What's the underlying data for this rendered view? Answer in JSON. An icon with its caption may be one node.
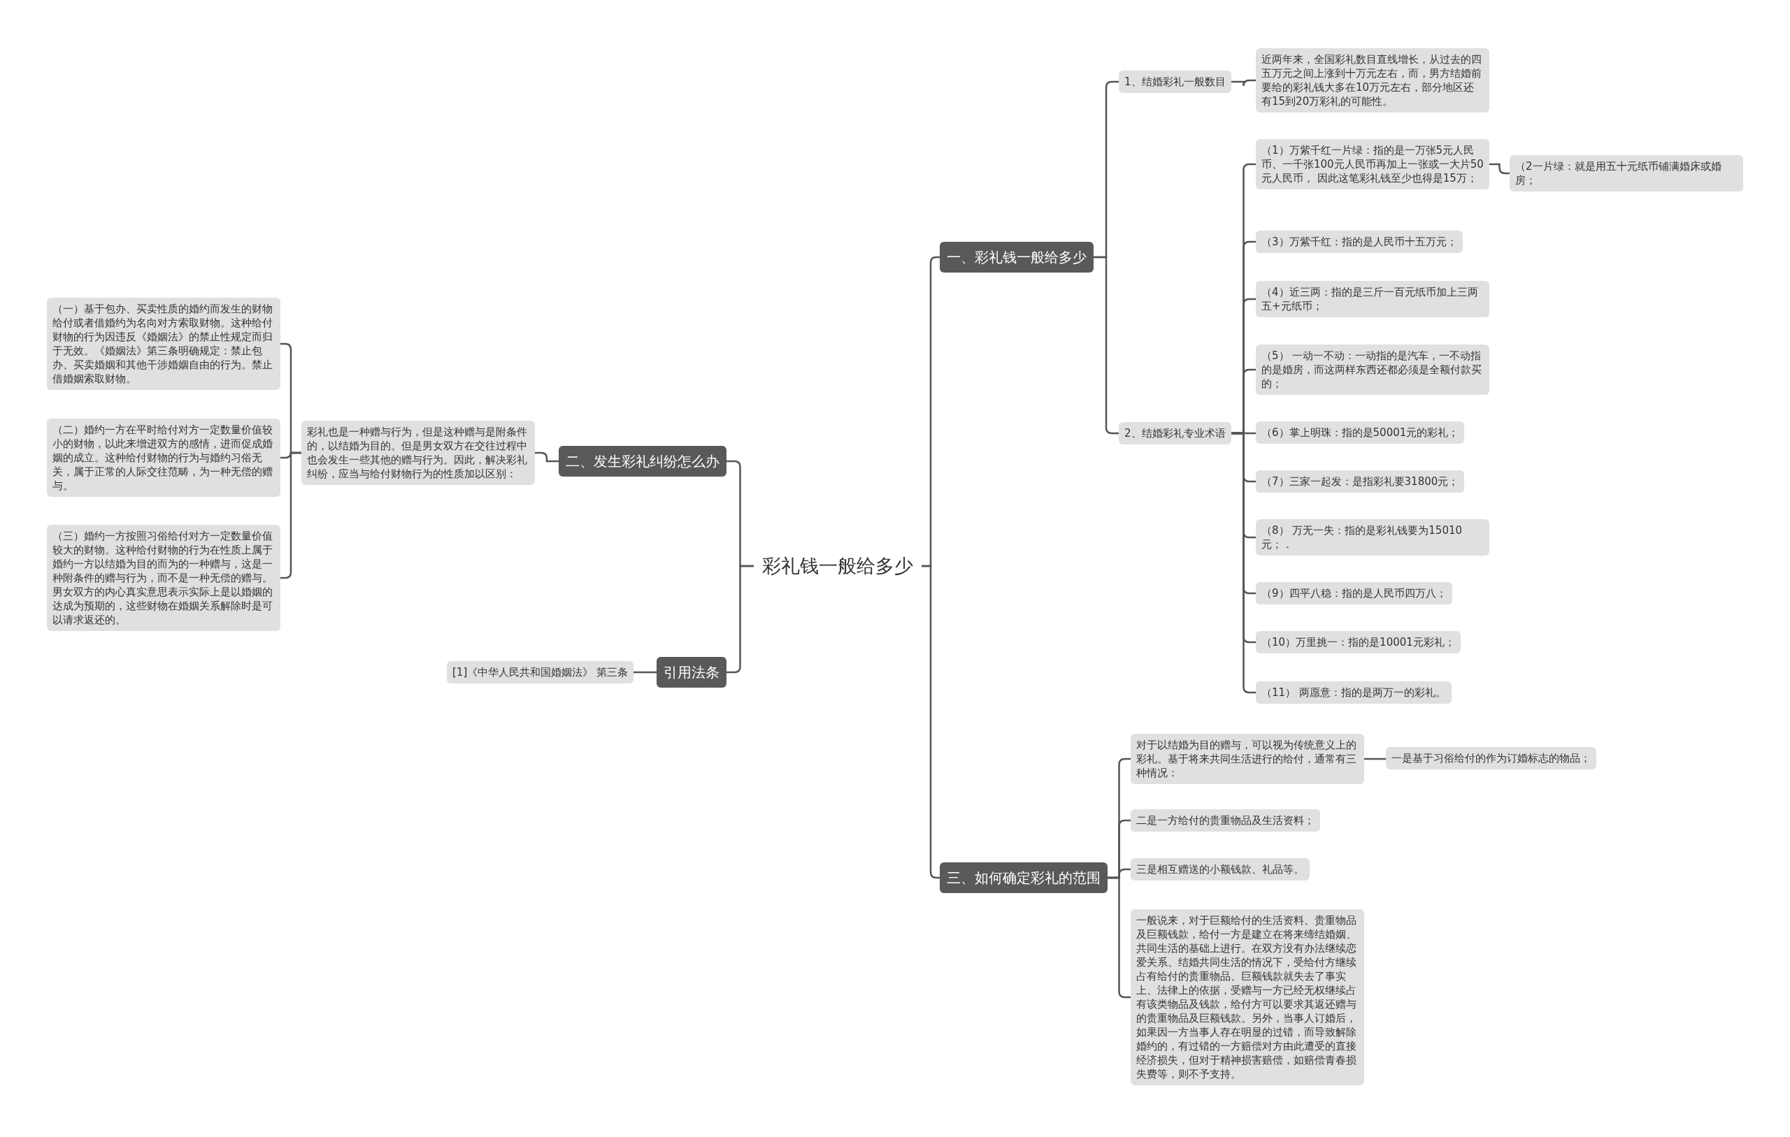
{
  "diagram": {
    "nodes": [
      {
        "text": [
          "彩礼钱一般给多少"
        ]
      },
      {
        "text": [
          "一、彩礼钱一般给多少"
        ]
      },
      {
        "text": [
          "1、结婚彩礼一般数目"
        ]
      },
      {
        "text": [
          "近两年来，全国彩礼数目直线增长，从过去的四五万元之间上涨到十万元左右，而，男方结婚前要给的彩礼钱大多在10万元左右，部分地区还有15到20万彩礼的可能性。"
        ]
      },
      {
        "text": [
          "2、结婚彩礼专业术语"
        ]
      },
      {
        "text": [
          "（1）万紫千红一片绿：指的是一万张5元人民币、一千张100元人民币再加上一张或一大片50元人民币， 因此这笔彩礼钱至少也得是15万；"
        ]
      },
      {
        "text": [
          "（2一片绿：就是用五十元纸币铺满婚床或婚房；"
        ]
      },
      {
        "text": [
          "（3）万紫千红：指的是人民币十五万元；"
        ]
      },
      {
        "text": [
          "（4）近三两：指的是三斤一百元纸币加上三两五+元纸币；"
        ]
      },
      {
        "text": [
          "（5） 一动一不动：一动指的是汽车，一不动指的是婚房，而这两样东西还都必须是全额付款买的；"
        ]
      },
      {
        "text": [
          "（6）掌上明珠：指的是50001元的彩礼；"
        ]
      },
      {
        "text": [
          "（7）三家一起发：是指彩礼要31800元；"
        ]
      },
      {
        "text": [
          "（8） 万无一失：指的是彩礼钱要为15010元；．"
        ]
      },
      {
        "text": [
          "（9）四平八稳：指的是人民币四万八；"
        ]
      },
      {
        "text": [
          "（10）万里挑一：指的是10001元彩礼；"
        ]
      },
      {
        "text": [
          "（11） 两愿意：指的是两万一的彩礼。"
        ]
      },
      {
        "text": [
          "三、如何确定彩礼的范围"
        ]
      },
      {
        "text": [
          "对于以结婚为目的赠与，可以视为传统意义上的彩礼。基于将来共同生活进行的给付，通常有三种情况："
        ]
      },
      {
        "text": [
          "一是基于习俗给付的作为订婚标志的物品；"
        ]
      },
      {
        "text": [
          "二是一方给付的贵重物品及生活资料；"
        ]
      },
      {
        "text": [
          "三是相互赠送的小额钱款、礼品等。"
        ]
      },
      {
        "text": [
          "一般说来，对于巨额给付的生活资料、贵重物品及巨额钱款，给付一方是建立在将来缔结婚姻、共同生活的基础上进行。在双方没有办法继续恋爱关系、结婚共同生活的情况下，受给付方继续占有给付的贵重物品、巨额钱款就失去了事实上、法律上的依据，受赠与一方已经无权继续占有该类物品及钱款，给付方可以要求其返还赠与的贵重物品及巨额钱款。另外，当事人订婚后，如果因一方当事人存在明显的过错，而导致解除婚约的，有过错的一方赔偿对方由此遭受的直接经济损失，但对于精神损害赔偿，如赔偿青春损失费等，则不予支持。"
        ]
      },
      {
        "text": [
          "二、发生彩礼纠纷怎么办"
        ]
      },
      {
        "text": [
          "彩礼也是一种赠与行为，但是这种赠与是附条件的，以结婚为目的。但是男女双方在交往过程中也会发生一些其他的赠与行为。因此，解决彩礼纠纷，应当与给付财物行为的性质加以区别："
        ]
      },
      {
        "text": [
          "（一）基于包办、买卖性质的婚约而发生的财物给付或者借婚约为名向对方索取财物。这种给付财物的行为因违反《婚姻法》的禁止性规定而归于无效。《婚姻法》第三条明确规定：禁止包办、买卖婚姻和其他干涉婚姻自由的行为。禁止借婚姻索取财物。"
        ]
      },
      {
        "text": [
          "（二）婚约一方在平时给付对方一定数量价值较小的财物，以此来增进双方的感情，进而促成婚姻的成立。这种给付财物的行为与婚约习俗无关，属于正常的人际交往范畴，为一种无偿的赠与。"
        ]
      },
      {
        "text": [
          "（三）婚约一方按照习俗给付对方一定数量价值较大的财物。这种给付财物的行为在性质上属于婚约一方以结婚为目的而为的一种赠与，这是一种附条件的赠与行为，而不是一种无偿的赠与。男女双方的内心真实意思表示实际上是以婚姻的达成为预期的，这些财物在婚姻关系解除时是可以请求返还的。"
        ]
      },
      {
        "text": [
          "引用法条"
        ]
      },
      {
        "text": [
          "[1]《中华人民共和国婚姻法》 第三条"
        ]
      }
    ],
    "edges": [
      {
        "from": 0,
        "to": 1,
        "arrow": "none"
      },
      {
        "from": 1,
        "to": 2,
        "arrow": "none"
      },
      {
        "from": 2,
        "to": 3,
        "arrow": "none"
      },
      {
        "from": 1,
        "to": 4,
        "arrow": "none"
      },
      {
        "from": 4,
        "to": 5,
        "arrow": "none"
      },
      {
        "from": 5,
        "to": 6,
        "arrow": "none"
      },
      {
        "from": 4,
        "to": 7,
        "arrow": "none"
      },
      {
        "from": 4,
        "to": 8,
        "arrow": "none"
      },
      {
        "from": 4,
        "to": 9,
        "arrow": "none"
      },
      {
        "from": 4,
        "to": 10,
        "arrow": "none"
      },
      {
        "from": 4,
        "to": 11,
        "arrow": "none"
      },
      {
        "from": 4,
        "to": 12,
        "arrow": "none"
      },
      {
        "from": 4,
        "to": 13,
        "arrow": "none"
      },
      {
        "from": 4,
        "to": 14,
        "arrow": "none"
      },
      {
        "from": 4,
        "to": 15,
        "arrow": "none"
      },
      {
        "from": 0,
        "to": 16,
        "arrow": "none"
      },
      {
        "from": 16,
        "to": 17,
        "arrow": "none"
      },
      {
        "from": 17,
        "to": 18,
        "arrow": "none"
      },
      {
        "from": 16,
        "to": 19,
        "arrow": "none"
      },
      {
        "from": 16,
        "to": 20,
        "arrow": "none"
      },
      {
        "from": 16,
        "to": 21,
        "arrow": "none"
      },
      {
        "from": 0,
        "to": 22,
        "arrow": "none"
      },
      {
        "from": 22,
        "to": 23,
        "arrow": "none"
      },
      {
        "from": 23,
        "to": 24,
        "arrow": "none"
      },
      {
        "from": 23,
        "to": 25,
        "arrow": "none"
      },
      {
        "from": 23,
        "to": 26,
        "arrow": "none"
      },
      {
        "from": 0,
        "to": 27,
        "arrow": "none"
      },
      {
        "from": 27,
        "to": 28,
        "arrow": "none"
      }
    ]
  }
}
